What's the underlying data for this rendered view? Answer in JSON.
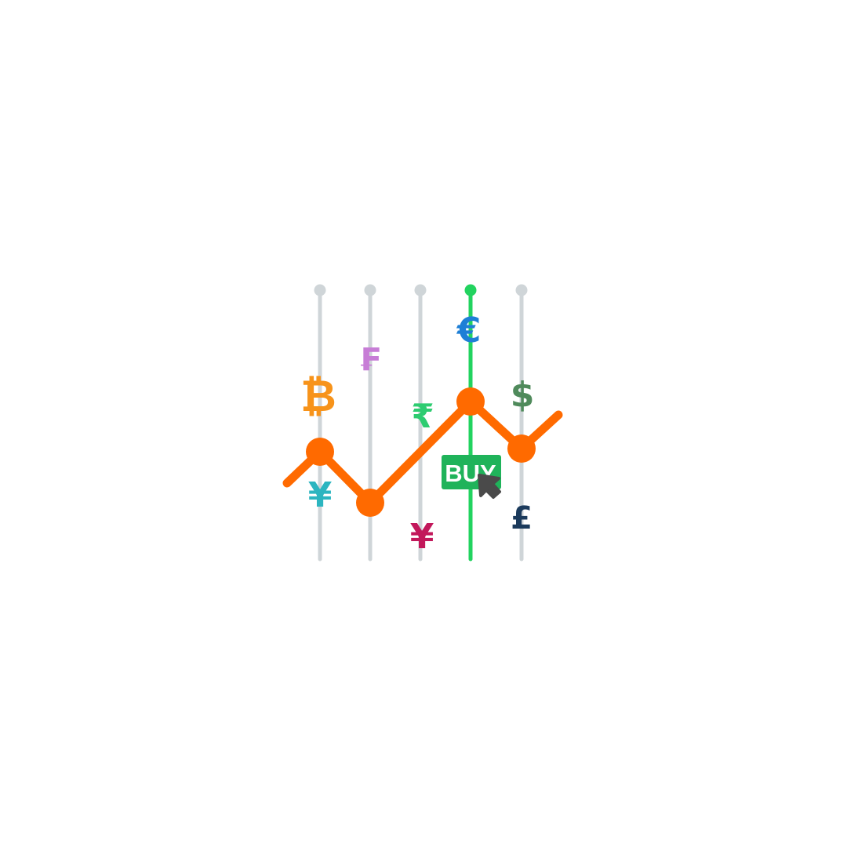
{
  "illustration": {
    "name": "currency trading illustration",
    "buy_button": {
      "label": "BUY",
      "color": "#1fb35a",
      "text_color": "#ffffff"
    },
    "colors": {
      "track": "#cfd5d8",
      "active_track": "#22d35f",
      "trend_line": "#ff6a00",
      "cursor": "#4a4a4a"
    },
    "currency_symbols": [
      {
        "name": "bitcoin-symbol",
        "symbol": "₿",
        "color": "#f7931a"
      },
      {
        "name": "franc-symbol",
        "symbol": "₣",
        "color": "#c77dd6"
      },
      {
        "name": "rupee-symbol",
        "symbol": "₹",
        "color": "#2ecc71"
      },
      {
        "name": "euro-symbol",
        "symbol": "€",
        "color": "#1e7fd6"
      },
      {
        "name": "dollar-symbol",
        "symbol": "$",
        "color": "#4f8a5b"
      },
      {
        "name": "yuan-symbol-1",
        "symbol": "¥",
        "color": "#2cb5c0"
      },
      {
        "name": "yuan-symbol-2",
        "symbol": "¥",
        "color": "#c2185b"
      },
      {
        "name": "pound-symbol",
        "symbol": "£",
        "color": "#1b3a5c"
      }
    ]
  }
}
